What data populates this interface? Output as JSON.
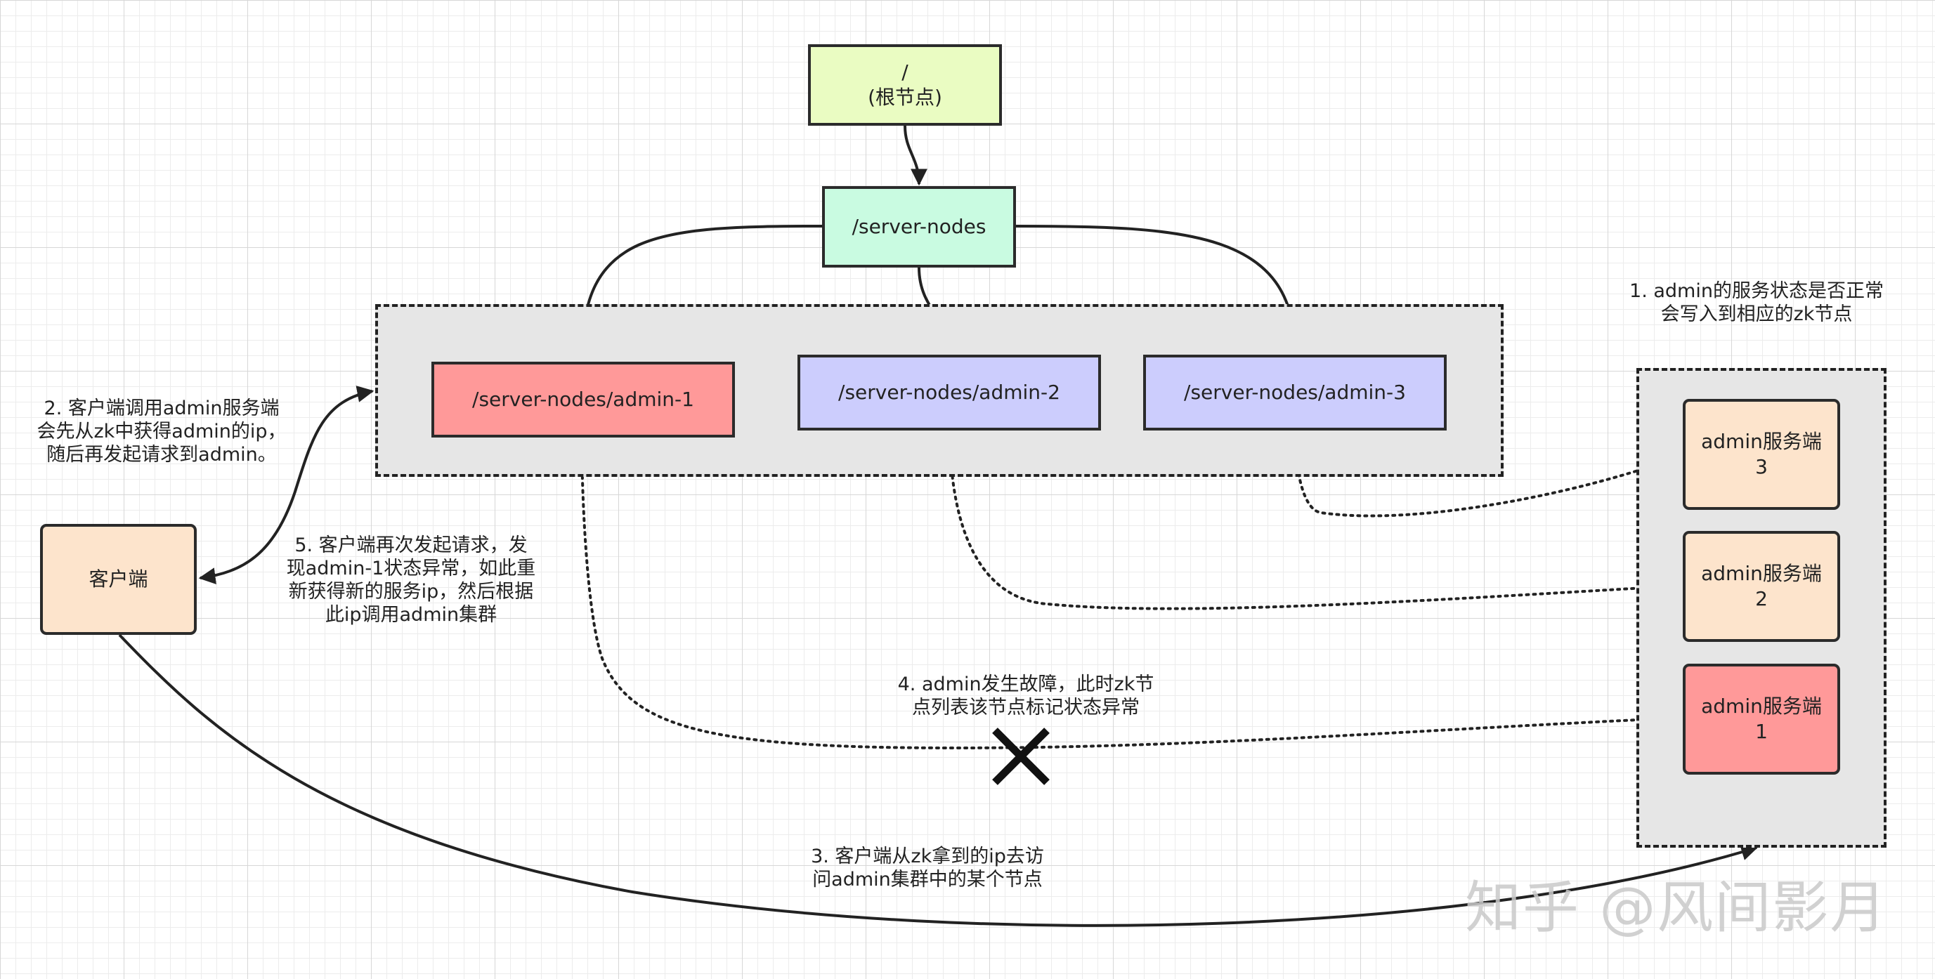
{
  "nodes": {
    "root": {
      "line1": "/",
      "line2": "(根节点)",
      "color": "#eafcc2"
    },
    "server_nodes": {
      "label": "/server-nodes",
      "color": "#c9fbe1"
    },
    "admin1": {
      "label": "/server-nodes/admin-1",
      "color": "#ff9999"
    },
    "admin2": {
      "label": "/server-nodes/admin-2",
      "color": "#cccdfd"
    },
    "admin3": {
      "label": "/server-nodes/admin-3",
      "color": "#cccdfd"
    },
    "client": {
      "label": "客户端",
      "color": "#fde4cc"
    },
    "server3": {
      "line1": "admin服务端",
      "line2": "3",
      "color": "#fde4cc"
    },
    "server2": {
      "line1": "admin服务端",
      "line2": "2",
      "color": "#fde4cc"
    },
    "server1": {
      "line1": "admin服务端",
      "line2": "1",
      "color": "#ff9999"
    }
  },
  "notes": {
    "step1": [
      "1. admin的服务状态是否正常",
      "会写入到相应的zk节点"
    ],
    "step2": [
      "2. 客户端调用admin服务端",
      "会先从zk中获得admin的ip，",
      "随后再发起请求到admin。"
    ],
    "step3": [
      "3. 客户端从zk拿到的ip去访",
      "问admin集群中的某个节点"
    ],
    "step4": [
      "4. admin发生故障，此时zk节",
      "点列表该节点标记状态异常"
    ],
    "step5": [
      "5. 客户端再次发起请求，发",
      "现admin-1状态异常，如此重",
      "新获得新的服务ip，然后根据",
      "此ip调用admin集群"
    ]
  },
  "icons": {
    "failure": "cross-icon"
  },
  "watermark": "知乎 @风间影月",
  "colors": {
    "group_fill": "#e6e6e6",
    "line": "#222222"
  }
}
